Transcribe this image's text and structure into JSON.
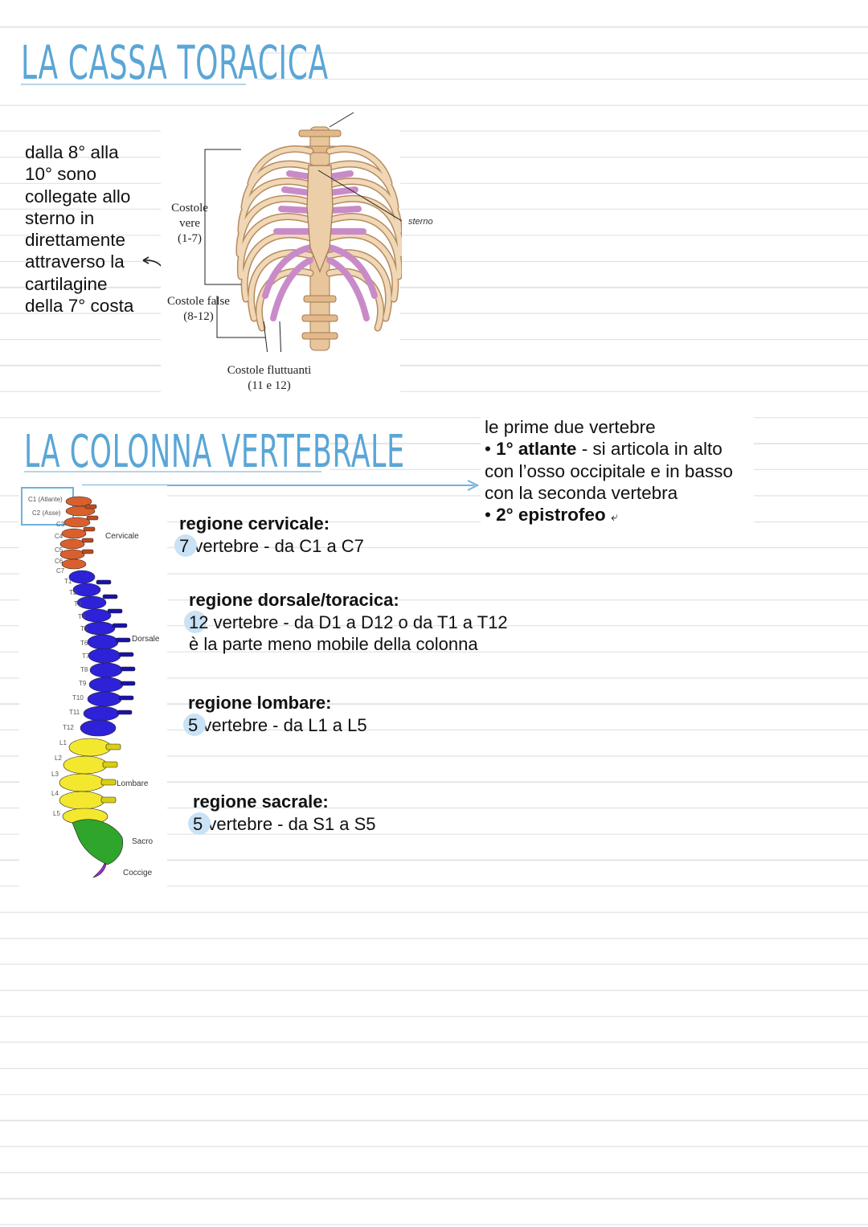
{
  "section1": {
    "title": "LA CASSA TORACICA",
    "side_note": [
      "dalla 8° alla",
      "10° sono",
      "collegate allo",
      "sterno in",
      "direttamente",
      "attraverso la",
      "cartilagine",
      "della 7° costa"
    ],
    "figure": {
      "label_true_ribs": [
        "Costole",
        "vere",
        "(1-7)"
      ],
      "label_false_ribs": [
        "Costole false",
        "(8-12)"
      ],
      "label_floating_ribs": [
        "Costole fluttuanti",
        "(11 e 12)"
      ],
      "label_sternum": "sterno"
    }
  },
  "section2": {
    "title": "LA COLONNA VERTEBRALE",
    "figure": {
      "label_c1": "C1 (Atlante)",
      "label_c2": "C2 (Asse)",
      "vertebra_labels": [
        "C3",
        "C4",
        "C5",
        "C6",
        "C7",
        "T1",
        "T2",
        "T3",
        "T4",
        "T5",
        "T6",
        "T7",
        "T8",
        "T9",
        "T10",
        "T11",
        "T12",
        "L1",
        "L2",
        "L3",
        "L4",
        "L5"
      ],
      "region_cervicale": "Cervicale",
      "region_dorsale": "Dorsale",
      "region_lombare": "Lombare",
      "region_sacro": "Sacro",
      "region_coccige": "Coccige"
    },
    "atlas_note": {
      "line1": "le prime due vertebre",
      "line2_bold": "1° atlante",
      "line2_rest": " - si articola in alto",
      "line3": "con l’osso occipitale e in basso",
      "line4": "con la seconda vertebra",
      "line5_bold": "2° epistrofeo"
    },
    "regions": [
      {
        "heading": "regione cervicale:",
        "count": "7",
        "rest": " vertebre - da C1 a C7",
        "extra": ""
      },
      {
        "heading": "regione dorsale/toracica:",
        "count": "12",
        "rest": " vertebre - da D1 a D12 o da T1 a T12",
        "extra": "è la parte meno mobile della colonna"
      },
      {
        "heading": "regione lombare:",
        "count": "5",
        "rest": " vertebre - da L1 a L5",
        "extra": ""
      },
      {
        "heading": "regione sacrale:",
        "count": "5",
        "rest": " vertebre - da S1 a S5",
        "extra": ""
      }
    ]
  }
}
